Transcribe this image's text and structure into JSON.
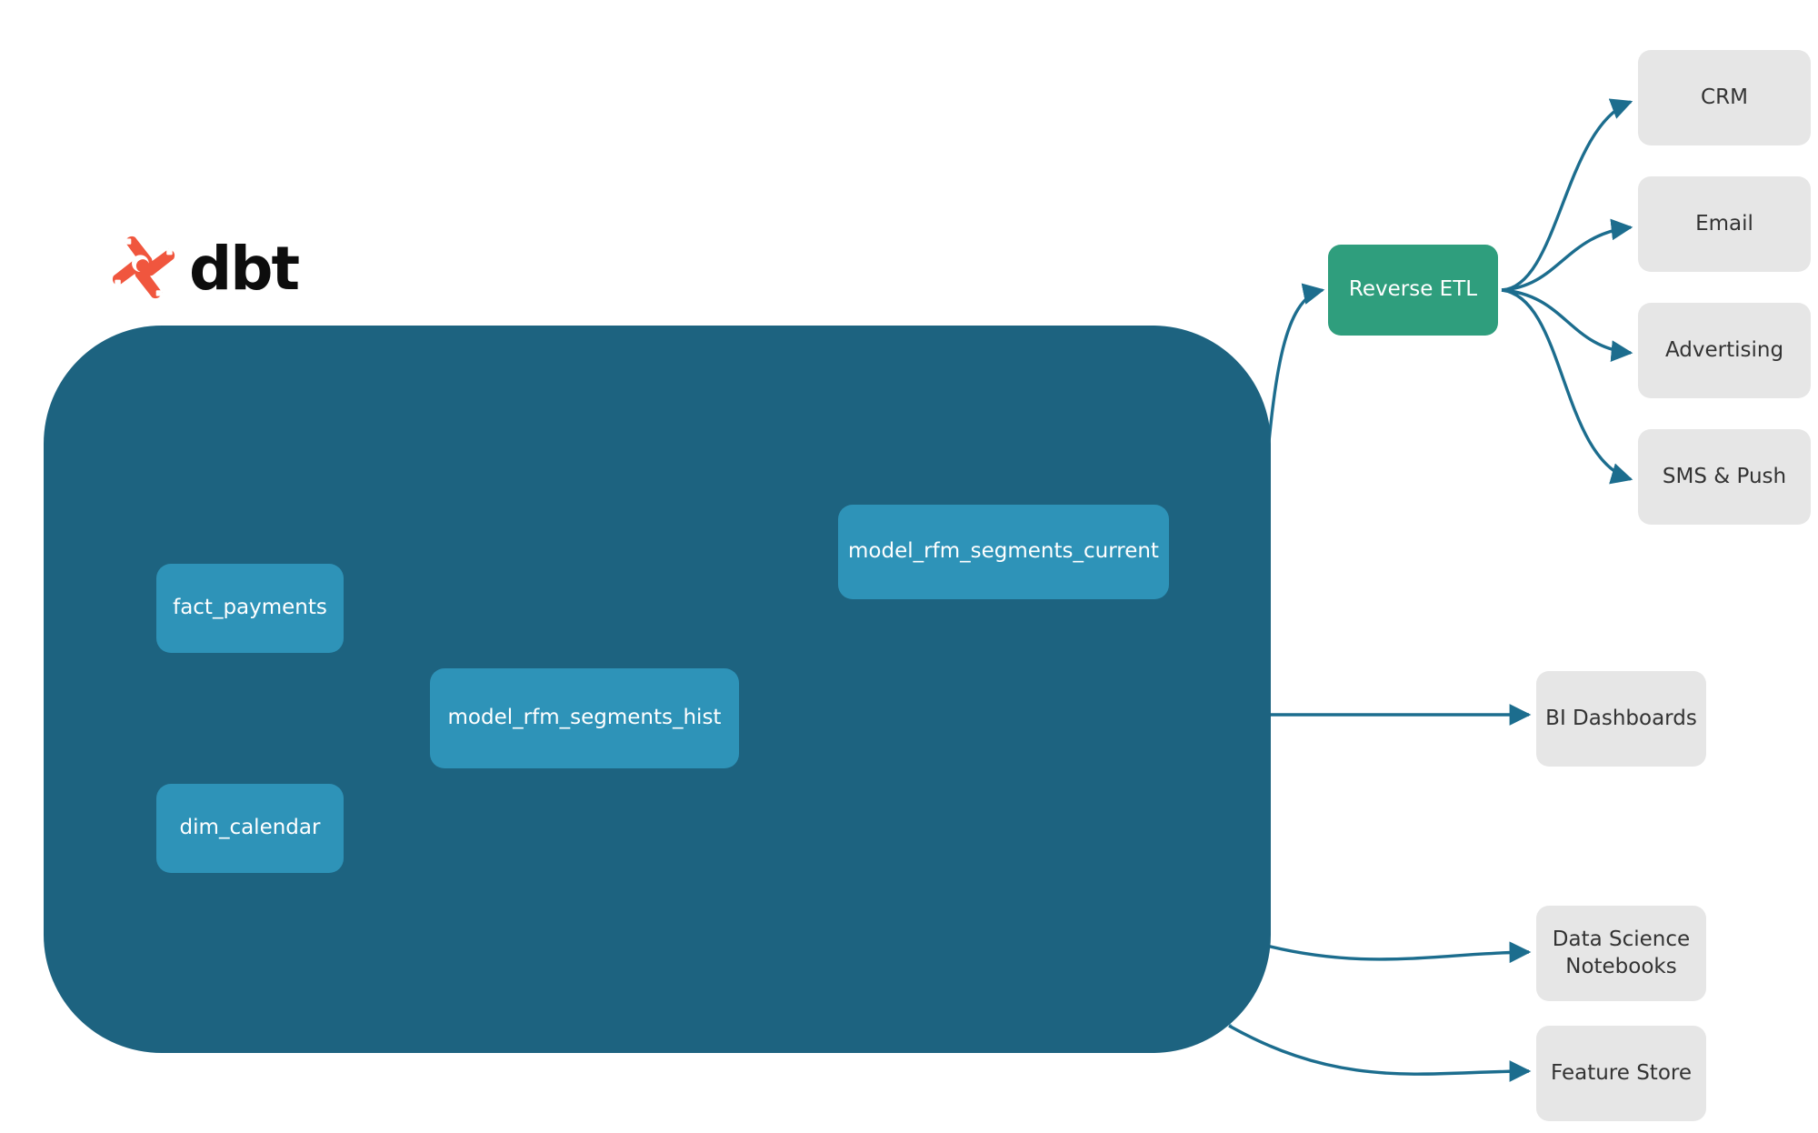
{
  "brand": {
    "logo_icon": "dbt-logo-icon",
    "wordmark": "dbt",
    "logo_color": "#f0563e"
  },
  "colors": {
    "background": "#ffffff",
    "container": "#1d6380",
    "model_node": "#2e93b8",
    "reverse_etl": "#2f9e7d",
    "destination": "#e6e6e6",
    "edge": "#1c6d8e",
    "inner_edge": "#2e93b8"
  },
  "diagram": {
    "type": "flow",
    "container": {
      "name": "dbt-project-container"
    },
    "nodes": [
      {
        "id": "fact_payments",
        "label": "fact_payments",
        "group": "model"
      },
      {
        "id": "dim_calendar",
        "label": "dim_calendar",
        "group": "model"
      },
      {
        "id": "model_rfm_segments_hist",
        "label": "model_rfm_segments_hist",
        "group": "model"
      },
      {
        "id": "model_rfm_segments_current",
        "label": "model_rfm_segments_current",
        "group": "model"
      },
      {
        "id": "reverse_etl",
        "label": "Reverse ETL",
        "group": "activation"
      },
      {
        "id": "crm",
        "label": "CRM",
        "group": "destination"
      },
      {
        "id": "email",
        "label": "Email",
        "group": "destination"
      },
      {
        "id": "advertising",
        "label": "Advertising",
        "group": "destination"
      },
      {
        "id": "sms_push",
        "label": "SMS & Push",
        "group": "destination"
      },
      {
        "id": "bi_dashboards",
        "label": "BI Dashboards",
        "group": "destination"
      },
      {
        "id": "ds_notebooks",
        "label": "Data Science Notebooks",
        "group": "destination"
      },
      {
        "id": "feature_store",
        "label": "Feature Store",
        "group": "destination"
      }
    ],
    "edges": [
      {
        "from": "fact_payments",
        "to": "model_rfm_segments_hist"
      },
      {
        "from": "dim_calendar",
        "to": "model_rfm_segments_hist"
      },
      {
        "from": "model_rfm_segments_hist",
        "to": "model_rfm_segments_current"
      },
      {
        "from": "model_rfm_segments_current",
        "to": "reverse_etl"
      },
      {
        "from": "model_rfm_segments_hist",
        "to": "bi_dashboards"
      },
      {
        "from": "model_rfm_segments_hist",
        "to": "ds_notebooks"
      },
      {
        "from": "model_rfm_segments_hist",
        "to": "feature_store"
      },
      {
        "from": "reverse_etl",
        "to": "crm"
      },
      {
        "from": "reverse_etl",
        "to": "email"
      },
      {
        "from": "reverse_etl",
        "to": "advertising"
      },
      {
        "from": "reverse_etl",
        "to": "sms_push"
      }
    ]
  },
  "labels": {
    "fact_payments": "fact_payments",
    "dim_calendar": "dim_calendar",
    "model_rfm_segments_hist": "model_rfm_segments_hist",
    "model_rfm_segments_current": "model_rfm_segments_current",
    "reverse_etl": "Reverse ETL",
    "crm": "CRM",
    "email": "Email",
    "advertising": "Advertising",
    "sms_push": "SMS & Push",
    "bi_dashboards": "BI Dashboards",
    "ds_notebooks_line1": "Data Science",
    "ds_notebooks_line2": "Notebooks",
    "feature_store": "Feature Store"
  }
}
